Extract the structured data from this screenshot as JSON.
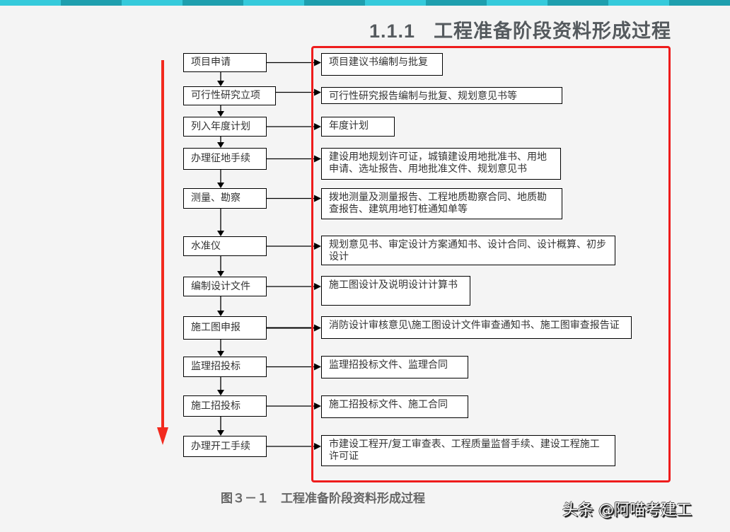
{
  "colors": {
    "bar_light": "#35cadb",
    "bar_dark": "#1e9fae",
    "frame_red": "#ee1c1c",
    "arrow_red": "#f22a1e"
  },
  "header": {
    "number": "1.1.1",
    "title": "工程准备阶段资料形成过程"
  },
  "steps": [
    {
      "label": "项目申请",
      "docs": "项目建议书编制与批复"
    },
    {
      "label": "可行性研究立项",
      "docs": "可行性研究报告编制与批复、规划意见书等"
    },
    {
      "label": "列入年度计划",
      "docs": "年度计划"
    },
    {
      "label": "办理征地手续",
      "docs": "建设用地规划许可证，城镇建设用地批准书、用地申请、选址报告、用地批准文件、规划意见书"
    },
    {
      "label": "测量、勘察",
      "docs": "拨地测量及测量报告、工程地质勘察合同、地质勘查报告、建筑用地钉桩通知单等"
    },
    {
      "label": "水准仪",
      "docs": "规划意见书、审定设计方案通知书、设计合同、设计概算、初步设计"
    },
    {
      "label": "编制设计文件",
      "docs": "施工图设计及说明设计计算书"
    },
    {
      "label": "施工图申报",
      "docs": "消防设计审核意见\\施工图设计文件审查通知书、施工图审查报告证"
    },
    {
      "label": "监理招投标",
      "docs": "监理招投标文件、监理合同"
    },
    {
      "label": "施工招投标",
      "docs": "施工招投标文件、施工合同"
    },
    {
      "label": "办理开工手续",
      "docs": "市建设工程开/复工审查表、工程质量监督手续、建设工程施工许可证"
    }
  ],
  "caption": "图３－１　工程准备阶段资料形成过程",
  "watermark": "头条 @阿喵考建工"
}
